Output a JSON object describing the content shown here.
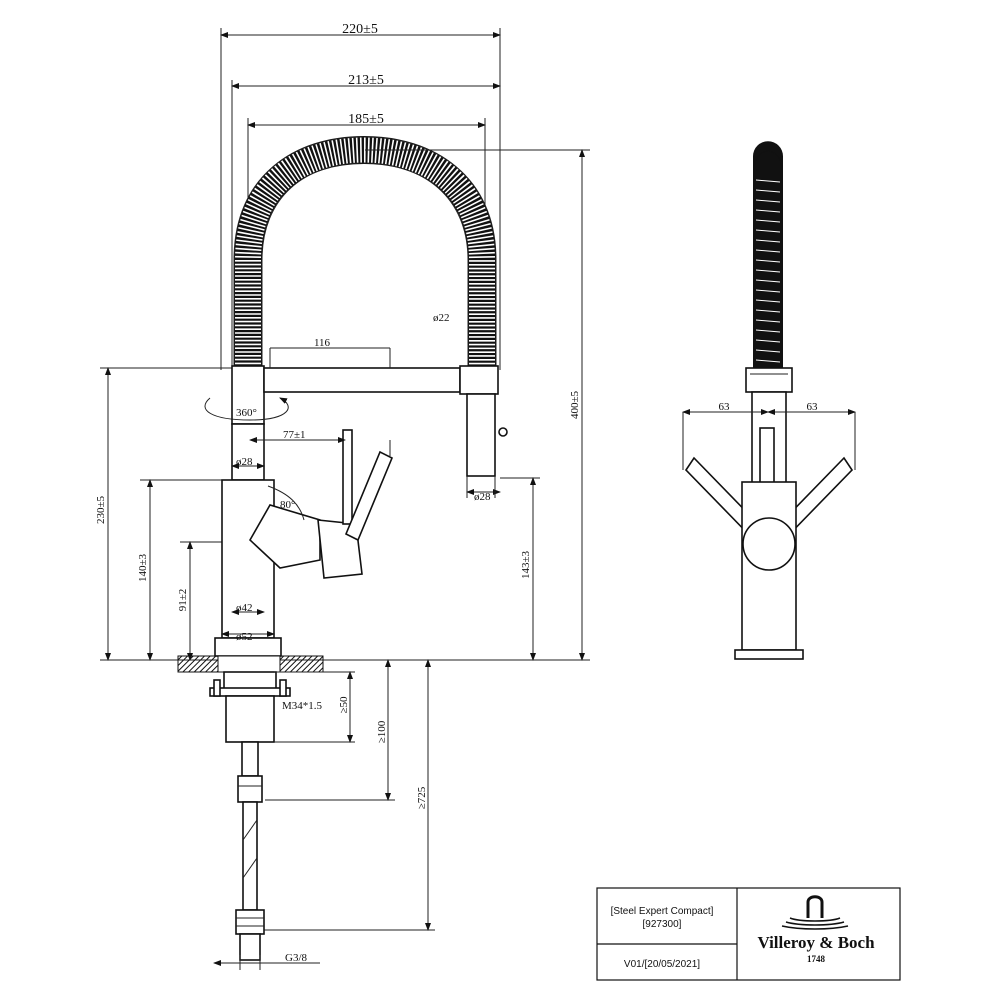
{
  "dimensions": {
    "overall_width_1": "220±5",
    "overall_width_2": "213±5",
    "overall_width_3": "185±5",
    "hose_diameter": "ø22",
    "spout_reach": "116",
    "rotation": "360°",
    "lever_offset": "77±1",
    "body_diameter_upper": "ø28",
    "head_diameter": "ø28",
    "lever_angle": "80°",
    "spout_height": "230±5",
    "total_height": "400±5",
    "lever_height": "140±3",
    "head_height": "143±3",
    "base_height": "91±2",
    "body_diameter_lower": "ø42",
    "base_diameter": "ø52",
    "thread": "M34*1.5",
    "thread_len": "≥50",
    "shank_len": "≥100",
    "hose_len": "≥725",
    "connection": "G3/8",
    "side_left": "63",
    "side_right": "63"
  },
  "title_block": {
    "product_name": "[Steel Expert Compact]",
    "product_code": "[927300]",
    "version": "V01/[20/05/2021]",
    "brand": "Villeroy & Boch",
    "brand_year": "1748"
  },
  "colors": {
    "line": "#111111",
    "background": "#ffffff"
  }
}
